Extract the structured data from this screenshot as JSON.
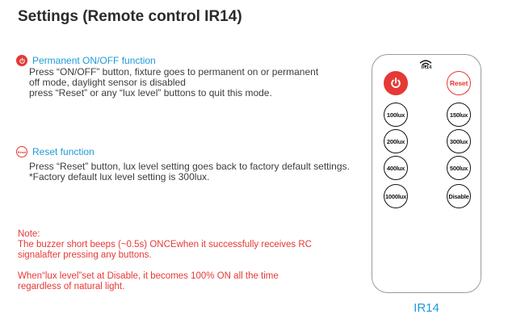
{
  "page": {
    "title": "Settings (Remote control IR14)"
  },
  "sections": {
    "onoff": {
      "title": "Permanent ON/OFF function",
      "lines": [
        "Press “ON/OFF” button, fixture goes to permanent on or permanent",
        "off mode, daylight sensor is disabled",
        "press “Reset” or any “lux level” buttons to quit this mode."
      ]
    },
    "reset": {
      "icon_label": "Reset",
      "title": "Reset function",
      "lines": [
        "Press “Reset” button, lux level setting goes back to factory default settings.",
        "*Factory default lux level setting is 300lux."
      ]
    }
  },
  "note": {
    "lines": [
      "Note:",
      "The buzzer short beeps (~0.5s) ONCEwhen it successfully receives RC",
      "signalafter pressing any buttons."
    ],
    "lines2": [
      "When“lux level”set at Disable, it becomes 100% ON all the time",
      "regardless of natural light."
    ]
  },
  "remote": {
    "model_label": "IR14",
    "caption": "IR14",
    "buttons": {
      "power": "",
      "reset": "Reset",
      "lux100": "100lux",
      "lux150": "150lux",
      "lux200": "200lux",
      "lux300": "300lux",
      "lux400": "400lux",
      "lux500": "500lux",
      "lux1000": "1000lux",
      "disable": "Disable"
    }
  },
  "colors": {
    "accent_blue": "#1e9ad6",
    "warning_red": "#e53935",
    "text": "#3a3a3a"
  },
  "icons": {
    "power": "power-icon",
    "reset": "reset-icon",
    "signal": "wireless-signal-icon"
  }
}
